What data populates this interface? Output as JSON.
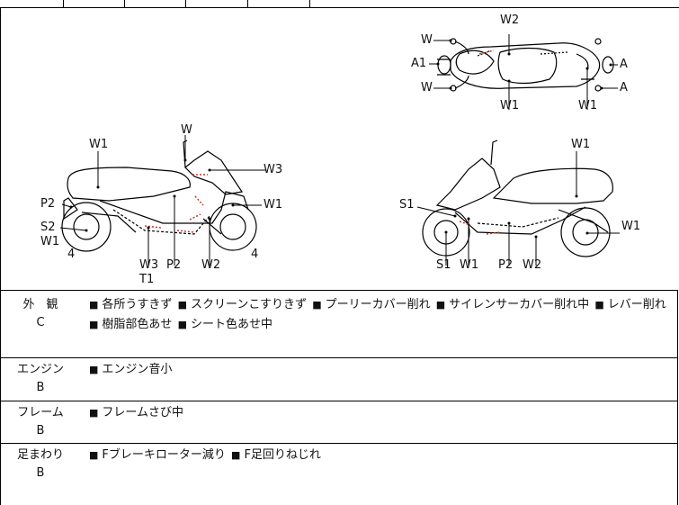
{
  "diagram": {
    "top_view": {
      "labels": [
        "W2",
        "W",
        "A1",
        "W",
        "W1",
        "W1",
        "A",
        "A"
      ]
    },
    "left_view": {
      "labels": [
        "W",
        "W1",
        "W3",
        "P2",
        "W1",
        "S2",
        "W1",
        "4",
        "W3",
        "T1",
        "P2",
        "W2",
        "4"
      ]
    },
    "right_view": {
      "labels": [
        "W1",
        "S1",
        "W1",
        "S1",
        "W1",
        "P2",
        "W2"
      ]
    }
  },
  "rows": [
    {
      "category": "外　観",
      "grade": "C",
      "items": [
        "各所うすきず",
        "スクリーンこすりきず",
        "プーリーカバー削れ",
        "サイレンサーカバー削れ中",
        "レバー削れ",
        "樹脂部色あせ",
        "シート色あせ中"
      ]
    },
    {
      "category": "エンジン",
      "grade": "B",
      "items": [
        "エンジン音小"
      ]
    },
    {
      "category": "フレーム",
      "grade": "B",
      "items": [
        "フレームさび中"
      ]
    },
    {
      "category": "足まわり",
      "grade": "B",
      "items": [
        "Fブレーキローター減り",
        "F足回りねじれ"
      ]
    }
  ],
  "colors": {
    "line": "#000000",
    "damage": "#c0392b"
  }
}
